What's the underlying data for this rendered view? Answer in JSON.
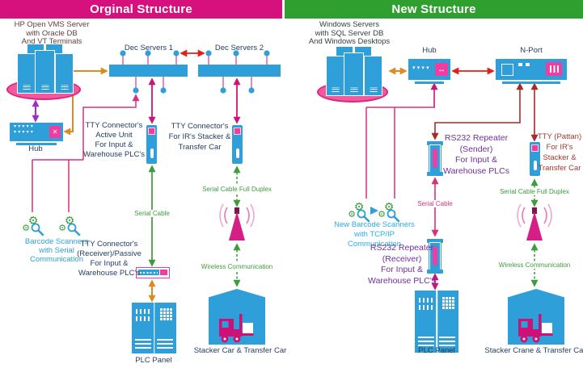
{
  "header": {
    "left_title": "Orginal Structure",
    "right_title": "New Structure"
  },
  "colors": {
    "header_left_bg": "#D6117E",
    "header_right_bg": "#2FA02F",
    "device_blue": "#2E9FD8",
    "accent_pink": "#F23DA0",
    "ellipse_pink": "#F2599F",
    "forklift_magenta": "#CC1177",
    "line_orange": "#D98C1F",
    "line_purple": "#A02CC8",
    "line_red": "#E32119",
    "line_magenta": "#C9147C",
    "line_pink": "#D6317E",
    "line_darkred": "#A52A2A",
    "line_green": "#3E9B3E",
    "text_navy": "#1F3B5C",
    "text_purple": "#7030A0",
    "text_darkred": "#A3392E",
    "text_blue": "#2E9FD8"
  },
  "original": {
    "servers_label": [
      "HP Open VMS Server",
      "with Oracle DB",
      "And VT Terminals"
    ],
    "hub_label": "Hub",
    "dec1_label": "Dec Servers 1",
    "dec2_label": "Dec Servers 2",
    "tty_active_label": [
      "TTY Connector's",
      "Active Unit",
      "For Input &",
      "Warehouse PLC's"
    ],
    "tty_ir_label": [
      "TTY Connector's",
      "For IR's Stacker &",
      "Transfer Car"
    ],
    "serial_cable_label": "Serial Cable",
    "serial_full_duplex_label": "Serial Cable Full Duplex",
    "scanners_label": [
      "Barcode Scanners",
      "with Serial",
      "Communication"
    ],
    "tty_receiver_label": [
      "TTY Connector's",
      "(Receiver)/Passive",
      "For Input &",
      "Warehouse PLC's"
    ],
    "wireless_label": "Wireless Communication",
    "plc_label": "PLC Panel",
    "stacker_label": "Stacker Car & Transfer Car"
  },
  "new": {
    "servers_label": [
      "Windows Servers",
      "with SQL Server DB",
      "And Windows Desktops"
    ],
    "hub_label": "Hub",
    "nport_label": "N-Port",
    "rs232_sender_label": [
      "RS232 Repeater",
      "(Sender)",
      "For Input &",
      "Warehouse PLCs"
    ],
    "tty_pattan_label": [
      "TTY (Pattan)",
      "For IR's",
      "Stacker &",
      "Transfer Car"
    ],
    "serial_cable_label": "Serial Cable",
    "serial_full_duplex_label": "Serial Cable Full Duplex",
    "scanners_label": [
      "New Barcode Scanners",
      "with TCP/IP",
      "Communication"
    ],
    "rs232_receiver_label": [
      "RS232 Repeater",
      "(Receiver)",
      "For Input &",
      "Warehouse PLC's"
    ],
    "wireless_label": "Wireless Communication",
    "plc_label": "PLC Panel",
    "stacker_label": "Stacker Crane & Transfer Car"
  }
}
